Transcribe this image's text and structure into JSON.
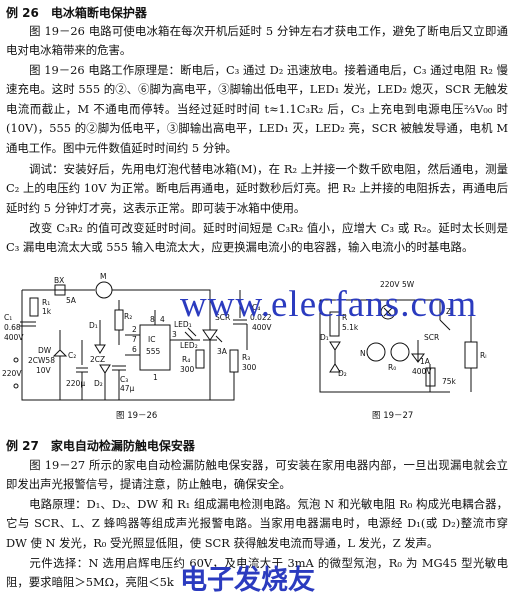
{
  "section26": {
    "title": "例 26　电冰箱断电保护器",
    "p1": "图 19－26 电路可使电冰箱在每次开机后延时 5 分钟左右才获电工作，避免了断电后又立即通电对电冰箱带来的危害。",
    "p2": "图 19－26 电路工作原理是：断电后，C₃ 通过 D₂ 迅速放电。接着通电后，C₃ 通过电阻 R₂ 慢速充电。这时 555 的②、⑥脚为高电平，③脚输出低电平，LED₁ 发光，LED₂ 熄灭，SCR 无触发电流而截止，M 不通电而停转。当经过延时时间 t≈1.1C₃R₂ 后，C₃ 上充电到电源电压⅔V₀₀ 时(10V)，555 的②脚为低电平，③脚输出高电平，LED₁ 灭，LED₂ 亮，SCR 被触发导通，电机 M 通电工作。图中元件数值延时时间约 5 分钟。",
    "p3": "调试：安装好后，先用电灯泡代替电冰箱(M)，在 R₂ 上并接一个数千欧电阻，然后通电，测量 C₂ 上的电压约 10V 为正常。断电后再通电，延时数秒后灯亮。把 R₂ 上并接的电阻拆去，再通电后延时约 5 分钟灯才亮，这表示正常。即可装于冰箱中使用。",
    "p4": "改变 C₃R₂ 的值可改变延时时间。延时时间短是 C₃R₂ 值小，应增大 C₃ 或 R₂。延时太长则是 C₃ 漏电电流太大或 555 输入电流太大，应更换漏电流小的电容器，输入电流小的时基电路。"
  },
  "figure26": {
    "caption": "图 19－26",
    "labels": {
      "bx": "BX",
      "bx_rating": "5A",
      "m": "M",
      "r1": "R₁",
      "r1_val": "1k",
      "c1": "C₁",
      "c1_val": "0.68",
      "c1_v": "400V",
      "dw": "DW",
      "dw_type": "2CW58",
      "dw_v": "10V",
      "v220": "220V",
      "c2": "C₂",
      "c2_val": "220μ",
      "d1": "D₁",
      "r2": "R₂",
      "c3": "C₃",
      "c3_val": "47μ",
      "d2": "D₂",
      "d2_type": "2CZ",
      "ic": "IC",
      "ic_type": "555",
      "p8": "8",
      "p4": "4",
      "p3": "3",
      "p2": "2",
      "p6": "6",
      "p7": "7",
      "p1": "1",
      "led1": "LED₁",
      "led2": "LED₂",
      "scr": "SCR",
      "scr_rating": "3A",
      "r4": "R₄",
      "r4_val": "300",
      "c4": "C₄",
      "c4_val": "0.022",
      "c4_v": "400V",
      "r3": "R₃",
      "r3_val": "300"
    }
  },
  "figure27": {
    "caption": "图 19－27",
    "labels": {
      "v220": "220V",
      "w": "5W",
      "r": "R",
      "r_val": "5.1k",
      "d1": "D₁",
      "d2": "D₂",
      "n": "N",
      "ro": "R₀",
      "z": "Z",
      "scr": "SCR",
      "scr_rating": "1A",
      "scr_v": "400V",
      "rl": "Rₗ",
      "rl_val": "75k"
    }
  },
  "section27": {
    "title": "例 27　家电自动检漏防触电保安器",
    "p1": "图 19－27 所示的家电自动检漏防触电保安器，可安装在家用电器内部，一旦出现漏电就会立即发出声光报警信号，提请注意，防止触电，确保安全。",
    "p2": "电路原理：D₁、D₂、DW 和 R₁ 组成漏电检测电路。氖泡 N 和光敏电阻 R₀ 构成光电耦合器，它与 SCR、L、Z 蜂鸣器等组成声光报警电路。当家用电器漏电时，电源经 D₁(或 D₂)整流市穿 DW 使 N 发光，R₀ 受光照显低阻，使 SCR 获得触发电流而导通，L 发光，Z 发声。",
    "p3": "元件选择：N 选用启辉电压约 60V，及电流大于 3mA 的微型氖泡，R₀ 为 MG45 型光敏电阻，要求暗阻＞5MΩ，亮阻＜5k"
  },
  "watermark": {
    "url": "www.elecfans.com",
    "cn": "电子发烧友"
  }
}
